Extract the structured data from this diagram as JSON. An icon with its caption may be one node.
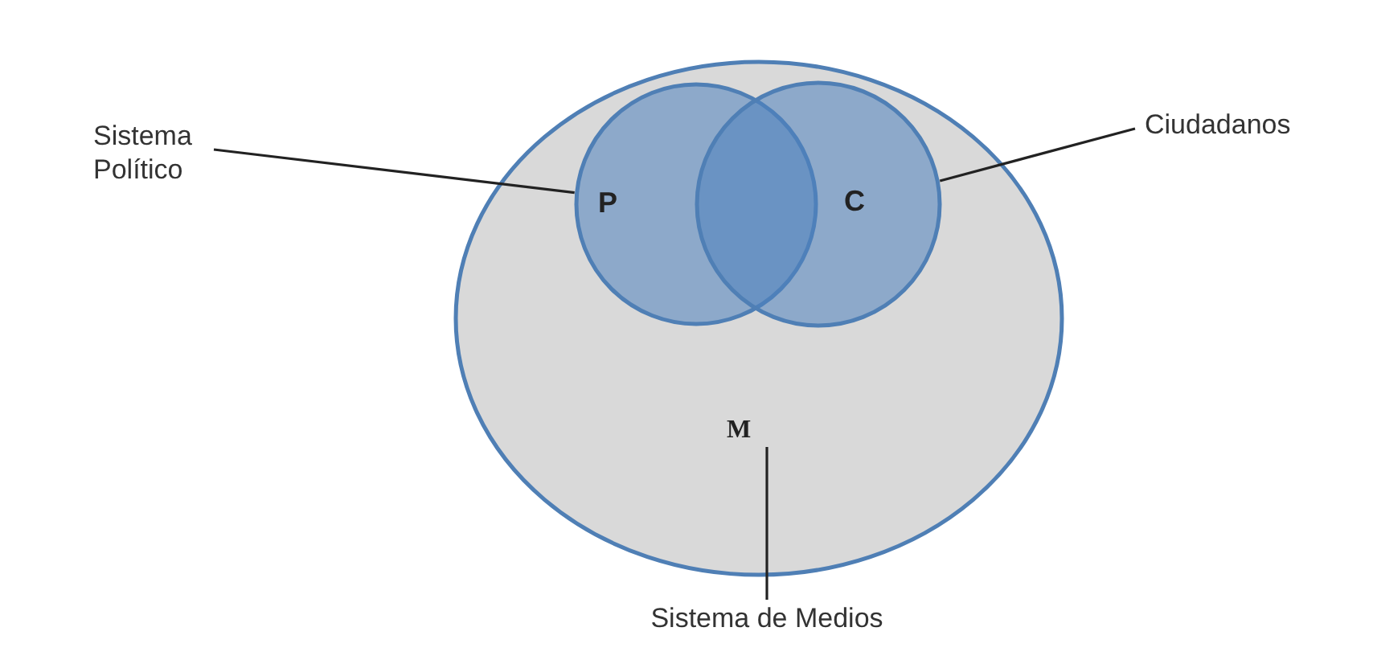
{
  "diagram": {
    "nodes": [
      {
        "text": [
          "M"
        ]
      },
      {
        "text": [
          "P"
        ],
        "in": 0
      },
      {
        "text": [
          "C"
        ],
        "in": 0
      },
      {
        "text": [
          "Sistema Político"
        ]
      },
      {
        "text": [
          "Ciudadanos"
        ]
      },
      {
        "text": [
          "Sistema de Medios"
        ]
      }
    ],
    "edges": [
      {
        "from": 3,
        "to": 1,
        "arrow": "none"
      },
      {
        "from": 4,
        "to": 2,
        "arrow": "none"
      },
      {
        "from": 5,
        "to": 0,
        "arrow": "none"
      }
    ]
  }
}
